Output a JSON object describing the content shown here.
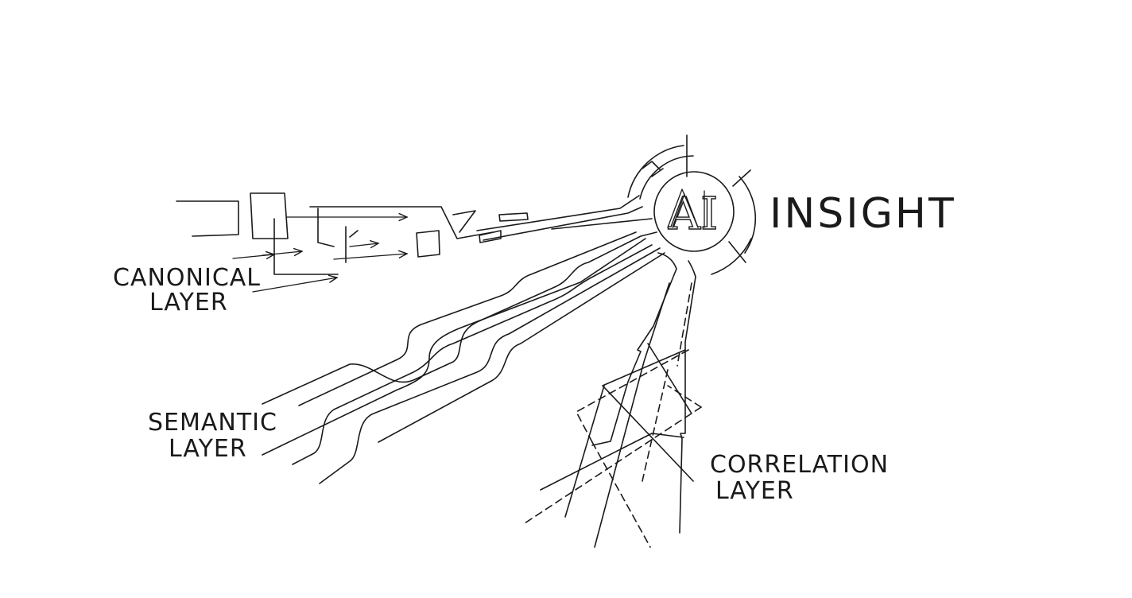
{
  "diagram": {
    "hub": {
      "logo_text": "AI",
      "label": "INSIGHT"
    },
    "layers": [
      {
        "id": "canonical",
        "line1": "CANONICAL",
        "line2": "LAYER"
      },
      {
        "id": "semantic",
        "line1": "SEMANTIC",
        "line2": "LAYER"
      },
      {
        "id": "correlation",
        "line1": "CORRELATION",
        "line2": "LAYER"
      }
    ]
  },
  "colors": {
    "ink": "#1a1a1a",
    "background": "#ffffff"
  }
}
